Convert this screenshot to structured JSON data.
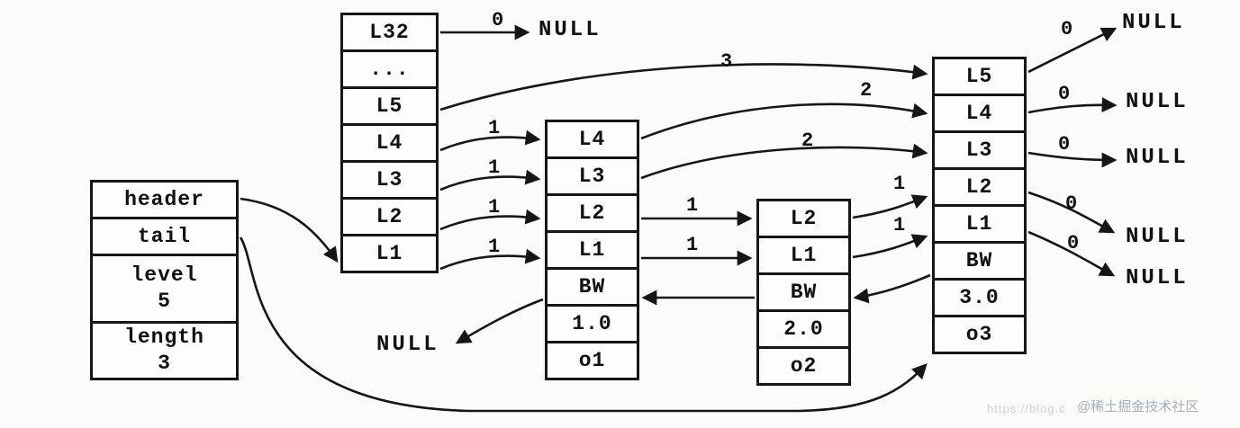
{
  "struct": {
    "cells": [
      [
        "header"
      ],
      [
        "tail"
      ],
      [
        "level",
        "5"
      ],
      [
        "length",
        "3"
      ]
    ]
  },
  "header_node": {
    "cells": [
      "L32",
      "...",
      "L5",
      "L4",
      "L3",
      "L2",
      "L1"
    ]
  },
  "node1": {
    "cells": [
      "L4",
      "L3",
      "L2",
      "L1",
      "BW",
      "1.0",
      "o1"
    ]
  },
  "node2": {
    "cells": [
      "L2",
      "L1",
      "BW",
      "2.0",
      "o2"
    ]
  },
  "node3": {
    "cells": [
      "L5",
      "L4",
      "L3",
      "L2",
      "L1",
      "BW",
      "3.0",
      "o3"
    ]
  },
  "arrow_labels": {
    "l32_null": "0",
    "h_l5": "3",
    "h_l4": "1",
    "h_l3": "1",
    "h_l2": "1",
    "h_l1": "1",
    "n1_l4": "2",
    "n1_l3": "2",
    "n1_l2": "1",
    "n1_l1": "1",
    "n2_l2": "1",
    "n2_l1": "1",
    "n3_l5": "0",
    "n3_l4": "0",
    "n3_l3": "0",
    "n3_l2": "0",
    "n3_l1": "0"
  },
  "null_labels": {
    "top": "NULL",
    "right_l5": "NULL",
    "right_l4": "NULL",
    "right_l3": "NULL",
    "right_l2": "NULL",
    "right_l1": "NULL",
    "bw": "NULL"
  },
  "watermark": {
    "url": "https://blog.c",
    "community": "@稀土掘金技术社区"
  }
}
